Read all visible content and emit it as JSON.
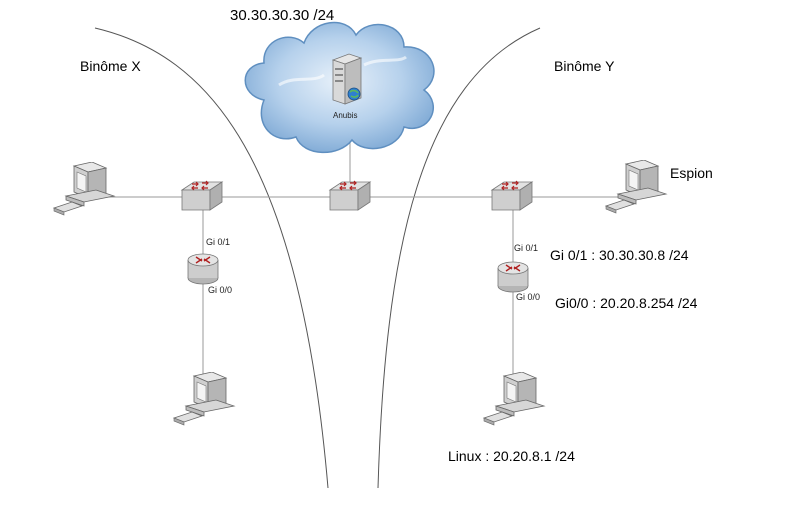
{
  "title": "30.30.30.30 /24",
  "zones": {
    "left": "Binôme X",
    "right": "Binôme Y"
  },
  "server": {
    "name": "Anubis"
  },
  "hosts": {
    "spy": "Espion",
    "linux": "Linux : 20.20.8.1 /24"
  },
  "router_left": {
    "iface_top": "Gi 0/1",
    "iface_bottom": "Gi 0/0"
  },
  "router_right": {
    "iface_top": "Gi 0/1",
    "iface_bottom": "Gi 0/0",
    "iface_top_ip": "Gi 0/1 : 30.30.30.8 /24",
    "iface_bottom_ip": "Gi0/0 : 20.20.8.254 /24"
  },
  "colors": {
    "link": "#9a9a9a",
    "zone_curve": "#555555",
    "cloud_fill": "#a9c9e8",
    "cloud_edge": "#5f8fc0",
    "device_body": "#c9c9c9",
    "device_arrow": "#b02020"
  },
  "icons": [
    "cloud-icon",
    "server-icon",
    "switch-icon",
    "router-icon",
    "computer-icon"
  ]
}
